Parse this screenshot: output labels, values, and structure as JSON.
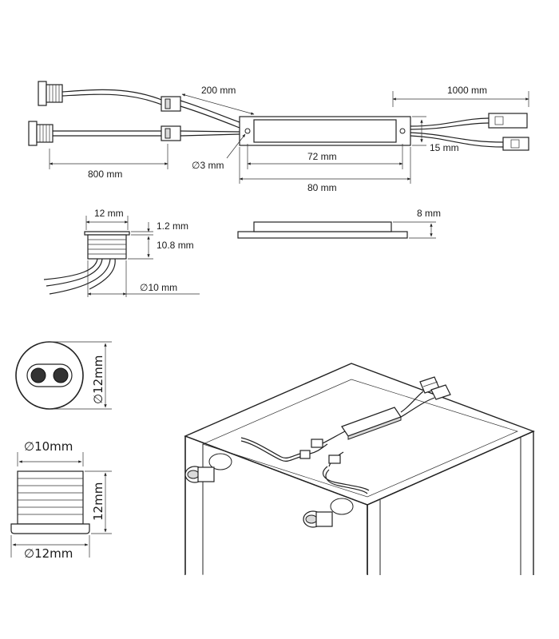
{
  "dimensions": {
    "cable_200": "200 mm",
    "cable_1000": "1000 mm",
    "cable_800": "800 mm",
    "hole_3": "∅3 mm",
    "len_72": "72 mm",
    "len_80": "80 mm",
    "height_15": "15 mm",
    "thickness_8": "8 mm",
    "sensor_width_12": "12 mm",
    "sensor_flange_1_2": "1.2 mm",
    "sensor_height_10_8": "10.8 mm",
    "sensor_dia_10": "∅10 mm",
    "front_dia_12": "∅12mm",
    "side_dia_10": "∅10mm",
    "side_height_12": "12mm",
    "side_dia_12": "∅12mm"
  }
}
